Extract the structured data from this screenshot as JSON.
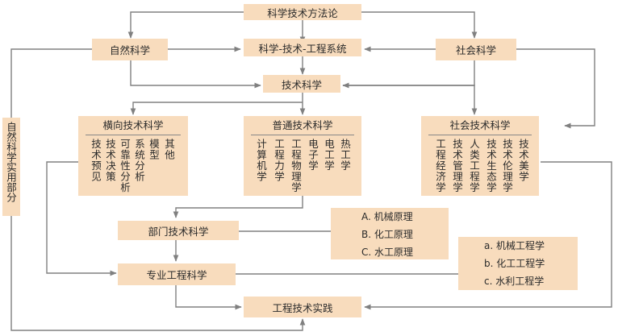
{
  "nodes": {
    "methodology": "科学技术方法论",
    "natural_science": "自然科学",
    "sci_tech_eng_system": "科学-技术-工程系统",
    "social_science": "社会科学",
    "technical_science": "技术科学",
    "horizontal": {
      "title": "横向技术科学",
      "columns": [
        "技术预见",
        "技术决策",
        "可靠性分析",
        "系统分析",
        "模型",
        "其他"
      ]
    },
    "general": {
      "title": "普通技术科学",
      "columns": [
        "计算机学",
        "工程力学",
        "工程物理学",
        "电子学",
        "电工学",
        "热工学"
      ]
    },
    "social_tech": {
      "title": "社会技术科学",
      "columns": [
        "工程经济学",
        "技术管理学",
        "人类工程学",
        "技术生态学",
        "技术伦理学",
        "技术美学"
      ]
    },
    "department": "部门技术科学",
    "dept_examples": [
      "A. 机械原理",
      "B. 化工原理",
      "C. 水工原理"
    ],
    "professional": "专业工程科学",
    "prof_examples": [
      "a. 机械工程学",
      "b. 化工工程学",
      "c. 水利工程学"
    ],
    "practice": "工程技术实践",
    "applied_part": "自然科学实用部分"
  },
  "colors": {
    "box_fill": "#f8dcbd",
    "line": "#808080"
  }
}
